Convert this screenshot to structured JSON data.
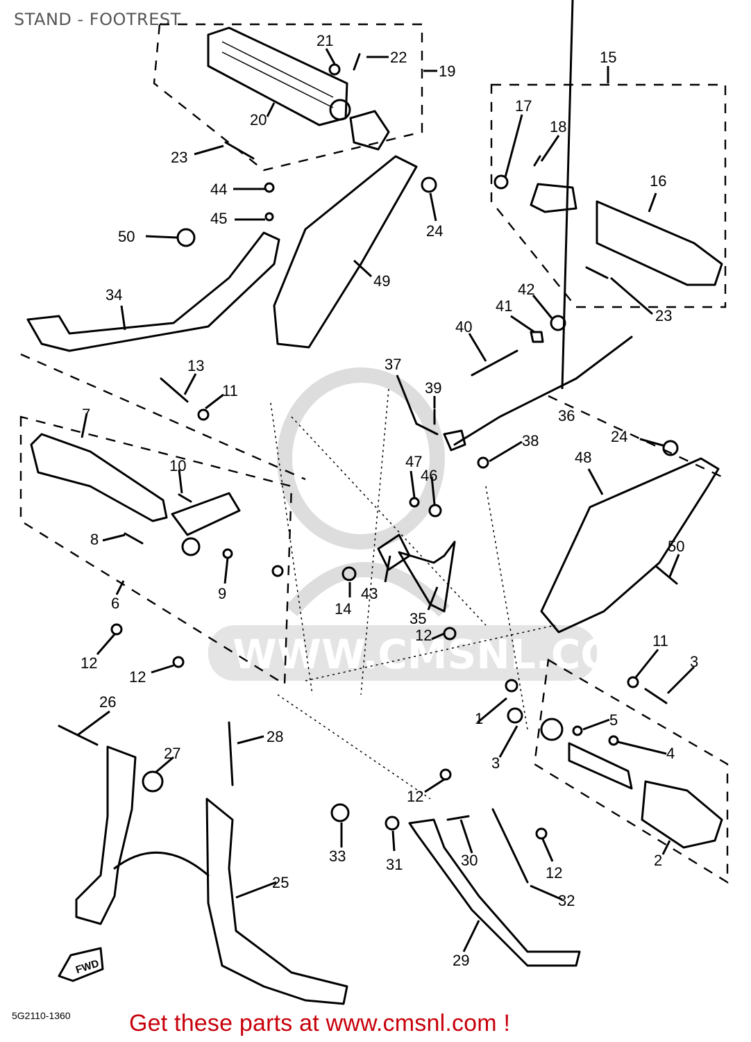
{
  "header": {
    "title": "STAND - FOOTREST"
  },
  "watermark": {
    "text": "WWW.CMSNL.COM",
    "logo": "CMS"
  },
  "diagram": {
    "callouts": [
      {
        "id": "c19",
        "label": "19"
      },
      {
        "id": "c20",
        "label": "20"
      },
      {
        "id": "c21",
        "label": "21"
      },
      {
        "id": "c22",
        "label": "22"
      },
      {
        "id": "c23a",
        "label": "23"
      },
      {
        "id": "c44",
        "label": "44"
      },
      {
        "id": "c45",
        "label": "45"
      },
      {
        "id": "c50a",
        "label": "50"
      },
      {
        "id": "c34",
        "label": "34"
      },
      {
        "id": "c49",
        "label": "49"
      },
      {
        "id": "c24a",
        "label": "24"
      },
      {
        "id": "c15",
        "label": "15"
      },
      {
        "id": "c17",
        "label": "17"
      },
      {
        "id": "c18",
        "label": "18"
      },
      {
        "id": "c16",
        "label": "16"
      },
      {
        "id": "c23b",
        "label": "23"
      },
      {
        "id": "c40",
        "label": "40"
      },
      {
        "id": "c41",
        "label": "41"
      },
      {
        "id": "c42",
        "label": "42"
      },
      {
        "id": "c36",
        "label": "36"
      },
      {
        "id": "c37",
        "label": "37"
      },
      {
        "id": "c39",
        "label": "39"
      },
      {
        "id": "c38",
        "label": "38"
      },
      {
        "id": "c24b",
        "label": "24"
      },
      {
        "id": "c48",
        "label": "48"
      },
      {
        "id": "c50b",
        "label": "50"
      },
      {
        "id": "c13",
        "label": "13"
      },
      {
        "id": "c11a",
        "label": "11"
      },
      {
        "id": "c7",
        "label": "7"
      },
      {
        "id": "c10",
        "label": "10"
      },
      {
        "id": "c8",
        "label": "8"
      },
      {
        "id": "c9",
        "label": "9"
      },
      {
        "id": "c6",
        "label": "6"
      },
      {
        "id": "c12a",
        "label": "12"
      },
      {
        "id": "c12b",
        "label": "12"
      },
      {
        "id": "c47",
        "label": "47"
      },
      {
        "id": "c46",
        "label": "46"
      },
      {
        "id": "c43",
        "label": "43"
      },
      {
        "id": "c14",
        "label": "14"
      },
      {
        "id": "c35",
        "label": "35"
      },
      {
        "id": "c12c",
        "label": "12"
      },
      {
        "id": "c11b",
        "label": "11"
      },
      {
        "id": "c3a",
        "label": "3"
      },
      {
        "id": "c1",
        "label": "1"
      },
      {
        "id": "c5",
        "label": "5"
      },
      {
        "id": "c4",
        "label": "4"
      },
      {
        "id": "c3b",
        "label": "3"
      },
      {
        "id": "c26",
        "label": "26"
      },
      {
        "id": "c27",
        "label": "27"
      },
      {
        "id": "c28",
        "label": "28"
      },
      {
        "id": "c12d",
        "label": "12"
      },
      {
        "id": "c33",
        "label": "33"
      },
      {
        "id": "c31",
        "label": "31"
      },
      {
        "id": "c30",
        "label": "30"
      },
      {
        "id": "c12e",
        "label": "12"
      },
      {
        "id": "c2",
        "label": "2"
      },
      {
        "id": "c32",
        "label": "32"
      },
      {
        "id": "c25",
        "label": "25"
      },
      {
        "id": "c29",
        "label": "29"
      }
    ],
    "fwd_label": "FWD"
  },
  "footer": {
    "drawing_code": "5G2110-1360",
    "promo_text": "Get these parts at www.cmsnl.com !"
  },
  "colors": {
    "title": "#555555",
    "promo": "#c8000a",
    "line": "#000000",
    "watermark": "#d9d9d9"
  }
}
